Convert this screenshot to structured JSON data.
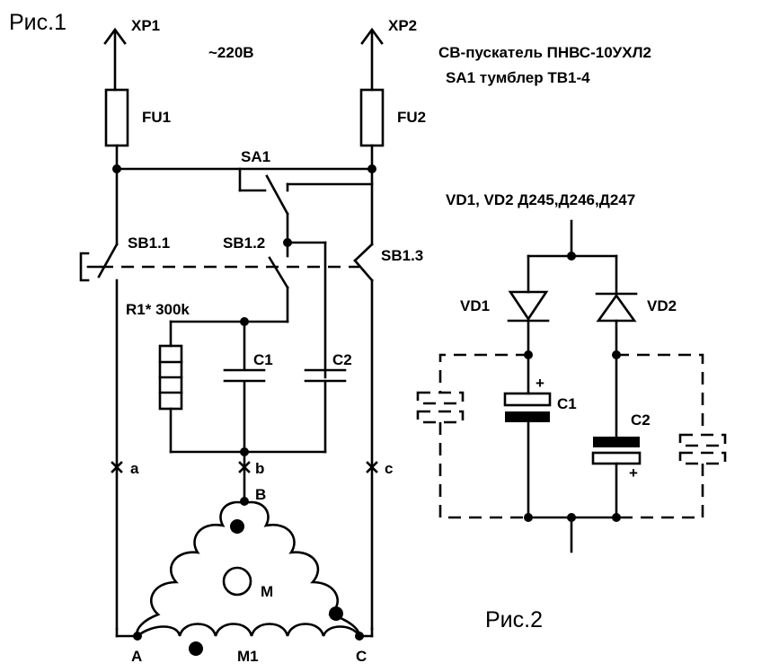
{
  "fig1": {
    "title": "Рис.1",
    "voltage": "~220В",
    "xp1": "XP1",
    "xp2": "XP2",
    "fu1": "FU1",
    "fu2": "FU2",
    "sa1": "SA1",
    "sb11": "SB1.1",
    "sb12": "SB1.2",
    "sb13": "SB1.3",
    "r1": "R1* 300k",
    "c1": "C1",
    "c2": "C2",
    "point_a": "a",
    "point_b": "b",
    "point_c": "c",
    "node_a": "A",
    "node_b": "B",
    "node_c": "C",
    "motor": "M",
    "motor_ref": "M1"
  },
  "notes": {
    "line1": "СВ-пускатель ПНВС-10УХЛ2",
    "line2": "SA1 тумблер ТВ1-4"
  },
  "fig2": {
    "title": "Рис.2",
    "diodes_spec": "VD1, VD2 Д245,Д246,Д247",
    "vd1": "VD1",
    "vd2": "VD2",
    "c1": "C1",
    "c2": "C2",
    "plus1": "+",
    "plus2": "+"
  }
}
